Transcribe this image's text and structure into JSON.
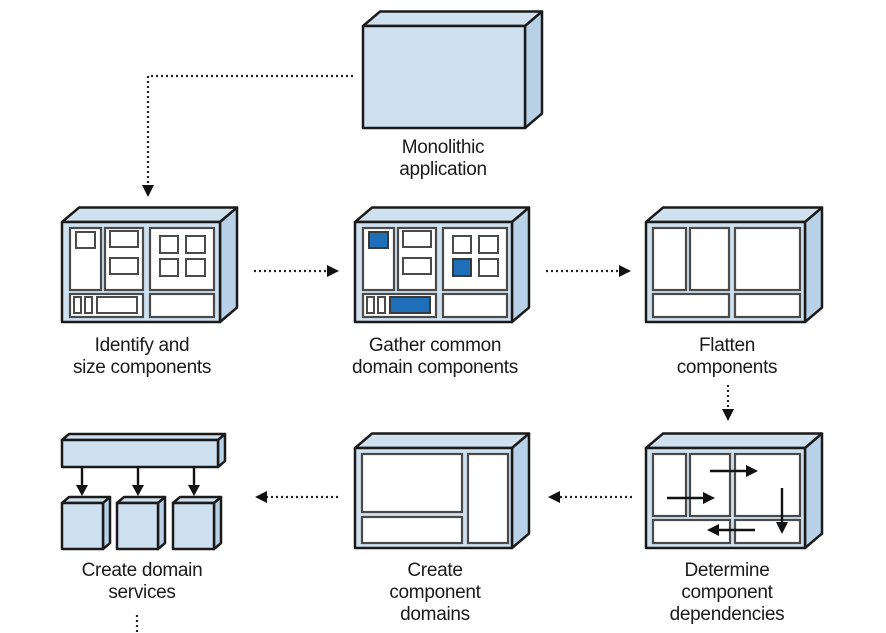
{
  "colors": {
    "box_fill": "#cfe0ee",
    "side_fill": "#b9d1e6",
    "highlight": "#1f6fb8",
    "outline": "#1a1a1a"
  },
  "steps": [
    {
      "id": "monolith",
      "lines": [
        "Monolithic",
        "application"
      ]
    },
    {
      "id": "identify",
      "lines": [
        "Identify and",
        "size components"
      ]
    },
    {
      "id": "gather",
      "lines": [
        "Gather common",
        "domain components"
      ]
    },
    {
      "id": "flatten",
      "lines": [
        "Flatten",
        "components"
      ]
    },
    {
      "id": "dependencies",
      "lines": [
        "Determine",
        "component",
        "dependencies"
      ]
    },
    {
      "id": "domains",
      "lines": [
        "Create",
        "component",
        "domains"
      ]
    },
    {
      "id": "services",
      "lines": [
        "Create domain",
        "services"
      ]
    }
  ]
}
